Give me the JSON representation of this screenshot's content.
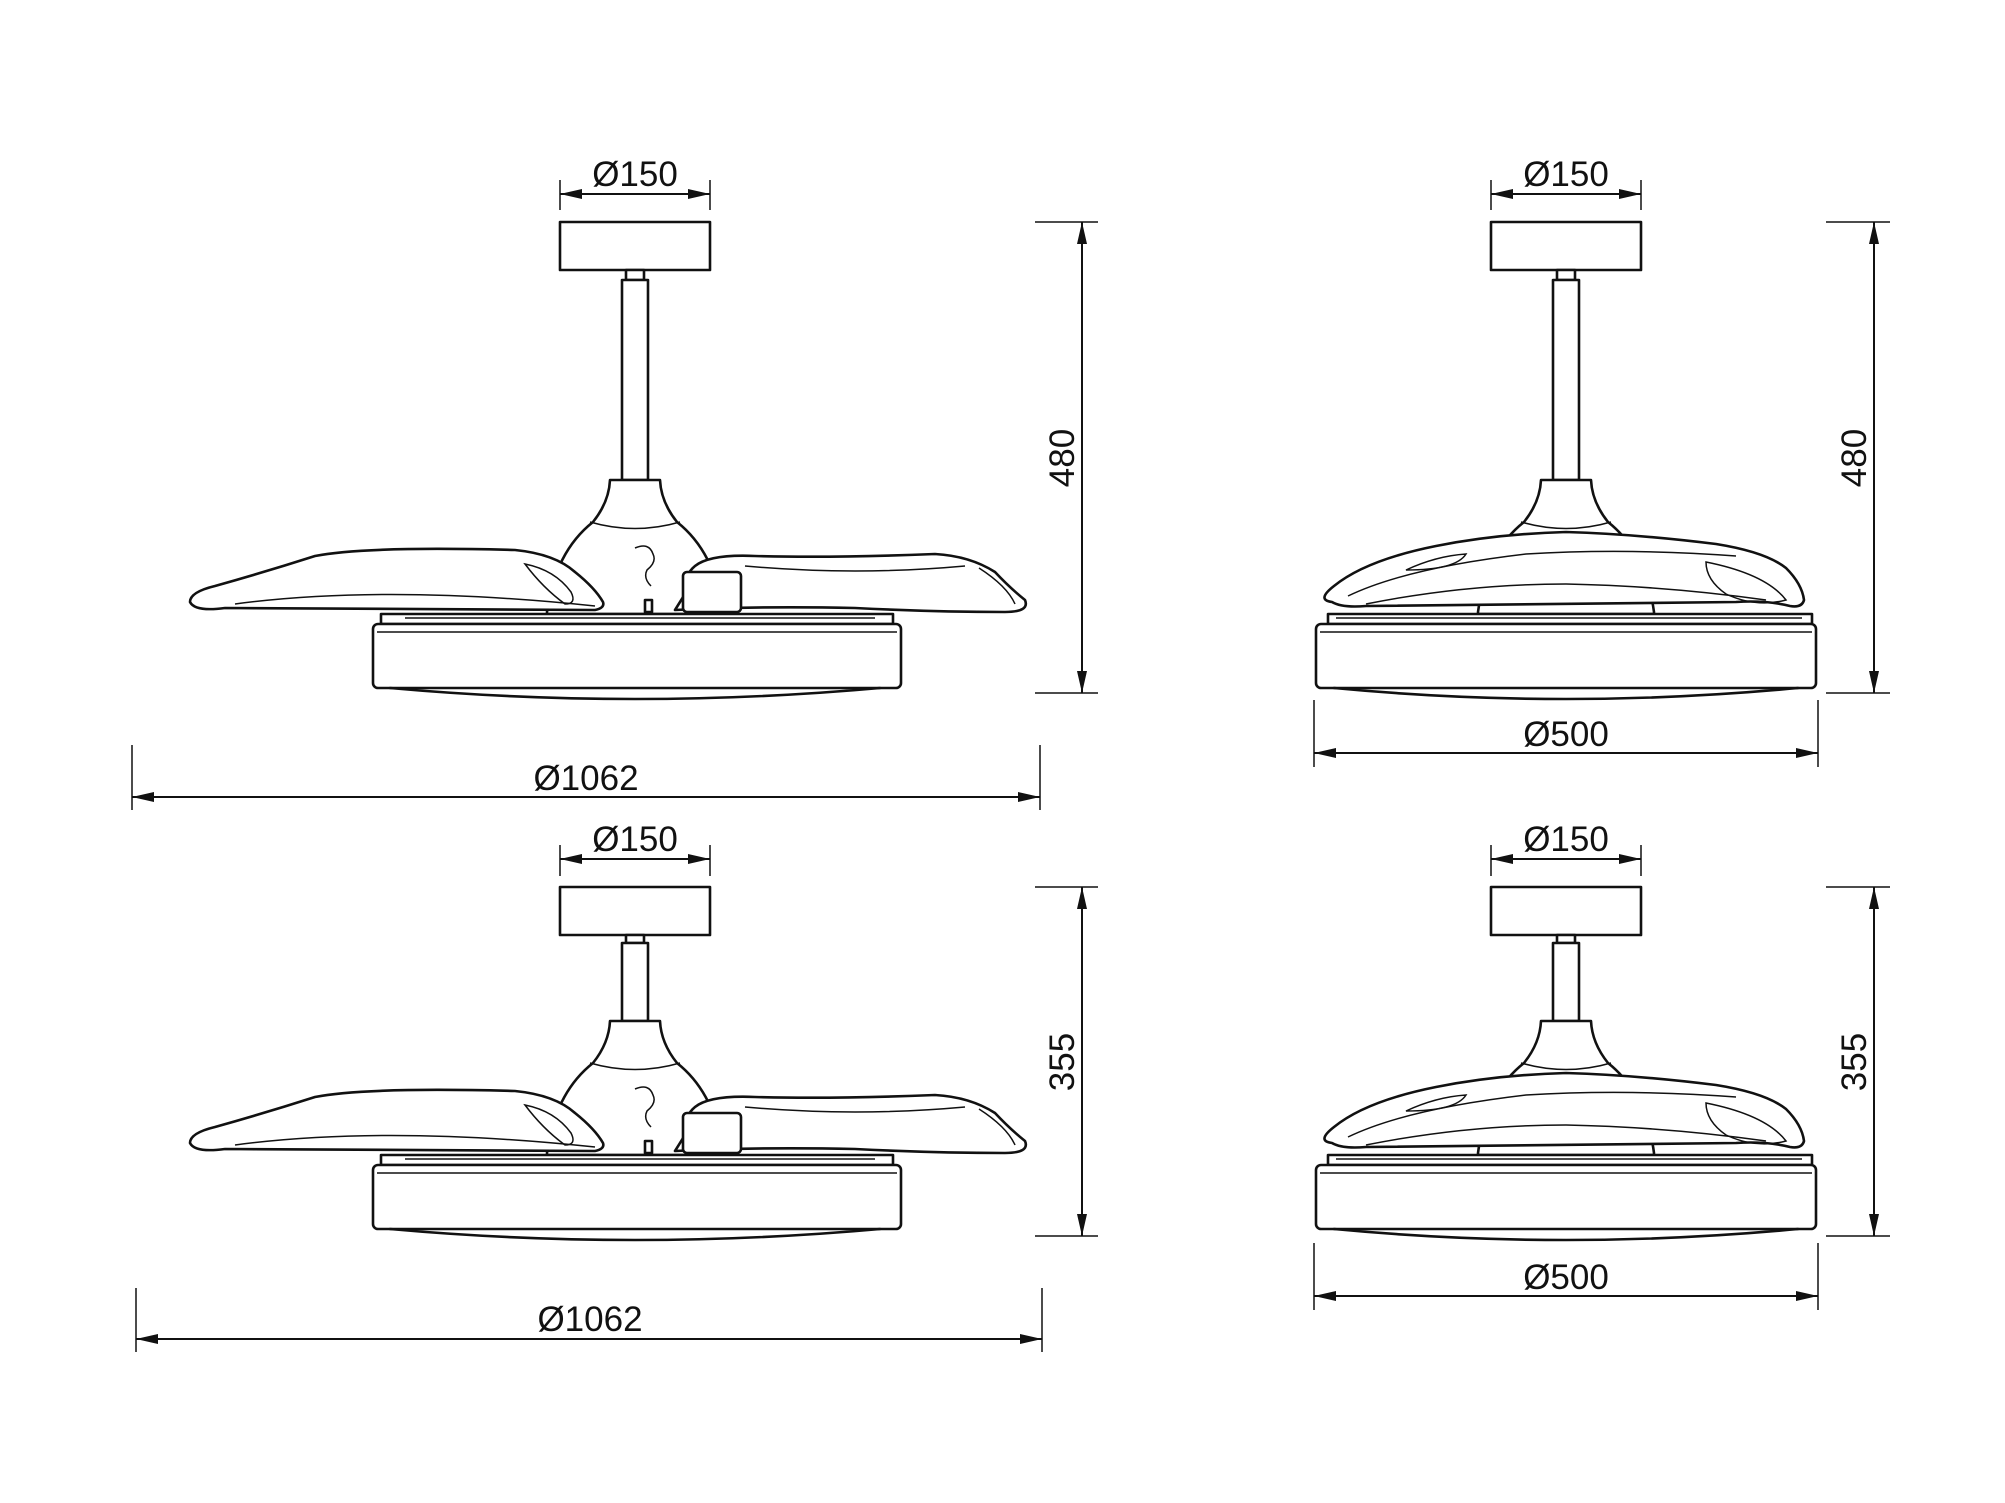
{
  "views": [
    {
      "id": "open-480",
      "state": "blades-open",
      "canopy_diameter_label": "Ø150",
      "height_label": "480",
      "width_label": "Ø1062"
    },
    {
      "id": "closed-480",
      "state": "blades-closed",
      "canopy_diameter_label": "Ø150",
      "height_label": "480",
      "width_label": "Ø500"
    },
    {
      "id": "open-355",
      "state": "blades-open",
      "canopy_diameter_label": "Ø150",
      "height_label": "355",
      "width_label": "Ø1062"
    },
    {
      "id": "closed-355",
      "state": "blades-closed",
      "canopy_diameter_label": "Ø150",
      "height_label": "355",
      "width_label": "Ø500"
    }
  ],
  "colors": {
    "line": "#111111",
    "background": "#ffffff"
  }
}
